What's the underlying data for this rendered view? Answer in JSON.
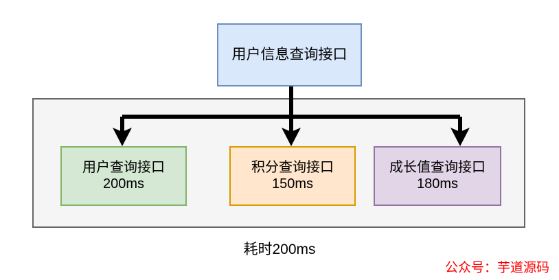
{
  "diagram": {
    "type": "flowchart-fork",
    "background": "#ffffff",
    "root": {
      "label": "用户信息查询接口",
      "fill": "#dae8fc",
      "stroke": "#6c8ebf"
    },
    "group": {
      "fill": "#f5f5f5",
      "stroke": "#666666"
    },
    "children": [
      {
        "label": "用户查询接口",
        "duration": "200ms",
        "fill": "#d5e8d4",
        "stroke": "#82b366"
      },
      {
        "label": "积分查询接口",
        "duration": "150ms",
        "fill": "#ffe6cc",
        "stroke": "#d79b00"
      },
      {
        "label": "成长值查询接口",
        "duration": "180ms",
        "fill": "#e1d5e7",
        "stroke": "#9673a6"
      }
    ],
    "caption": "耗时200ms",
    "connector_color": "#000000"
  },
  "watermark": {
    "text": "公众号：芋道源码",
    "color": "#fe0000"
  }
}
